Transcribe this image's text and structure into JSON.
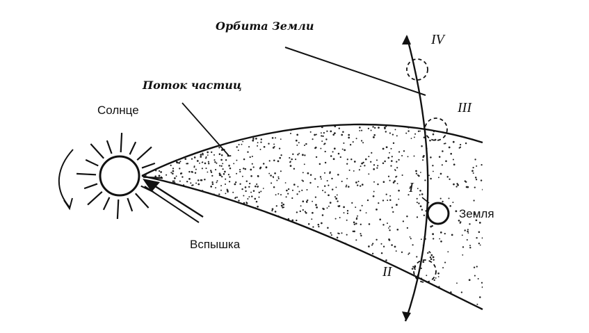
{
  "labels": {
    "orbit": "Орбита Земли",
    "stream": "Поток частиц",
    "sun": "Солнце",
    "flare": "Вспышка",
    "earth": "Земля",
    "pos1": "I",
    "pos2": "II",
    "pos3": "III",
    "pos4": "IV"
  },
  "colors": {
    "ink": "#111111",
    "background": "#ffffff"
  }
}
